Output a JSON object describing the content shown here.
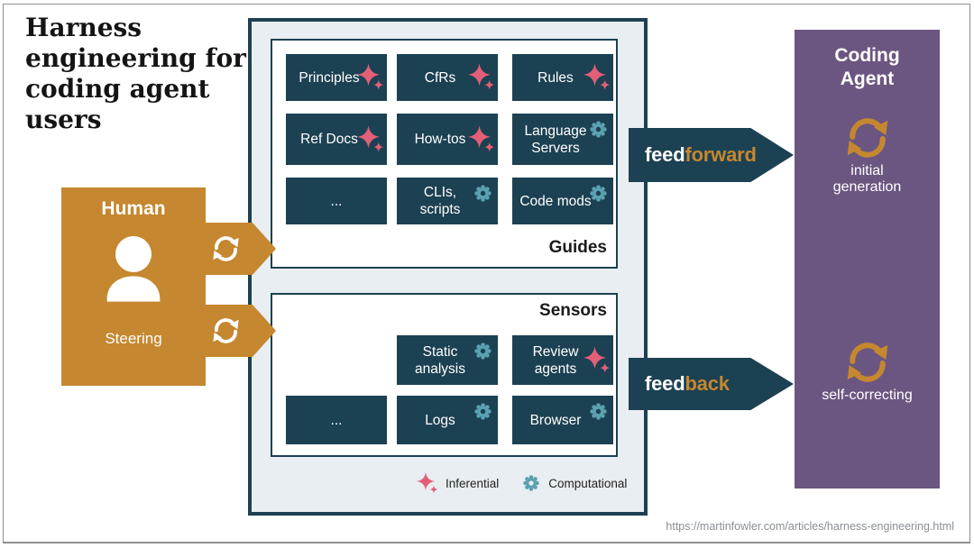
{
  "title": {
    "lines": [
      "Harness",
      "engineering for",
      "coding agent",
      "users"
    ]
  },
  "human": {
    "title": "Human",
    "subtitle": "Steering",
    "icon": "person-icon",
    "arrow_icon": "cycle-icon"
  },
  "harness": {
    "guides": {
      "label": "Guides",
      "tiles": [
        {
          "label": "Principles",
          "icon": "inferential-sparkle-icon"
        },
        {
          "label": "CfRs",
          "icon": "inferential-sparkle-icon"
        },
        {
          "label": "Rules",
          "icon": "inferential-sparkle-icon"
        },
        {
          "label": "Ref Docs",
          "icon": "inferential-sparkle-icon"
        },
        {
          "label": "How-tos",
          "icon": "inferential-sparkle-icon"
        },
        {
          "label": "Language Servers",
          "icon": "computational-gear-icon"
        },
        {
          "label": "...",
          "icon": "none"
        },
        {
          "label": "CLIs, scripts",
          "icon": "computational-gear-icon"
        },
        {
          "label": "Code mods",
          "icon": "computational-gear-icon"
        }
      ]
    },
    "sensors": {
      "label": "Sensors",
      "tiles": [
        {
          "label": "Static analysis",
          "icon": "computational-gear-icon"
        },
        {
          "label": "Review agents",
          "icon": "inferential-sparkle-icon"
        },
        {
          "label": "...",
          "icon": "none"
        },
        {
          "label": "Logs",
          "icon": "computational-gear-icon"
        },
        {
          "label": "Browser",
          "icon": "computational-gear-icon"
        }
      ]
    },
    "legend": {
      "inferential": "Inferential",
      "computational": "Computational"
    }
  },
  "flows": {
    "feedforward": {
      "prefix": "feed",
      "suffix": "forward"
    },
    "feedback": {
      "prefix": "feed",
      "suffix": "back"
    }
  },
  "agent": {
    "title": "Coding Agent",
    "stages": [
      {
        "label": "initial generation",
        "icon": "cycle-icon"
      },
      {
        "label": "self-correcting",
        "icon": "cycle-icon"
      }
    ]
  },
  "footer": {
    "url": "https://martinfowler.com/articles/harness-engineering.html"
  },
  "colors": {
    "orange": "#c5872f",
    "teal": "#1c4152",
    "purple": "#6b5681",
    "pink": "#e35f78",
    "gearteal": "#5aa2b2",
    "panel": "#e9eef2"
  }
}
